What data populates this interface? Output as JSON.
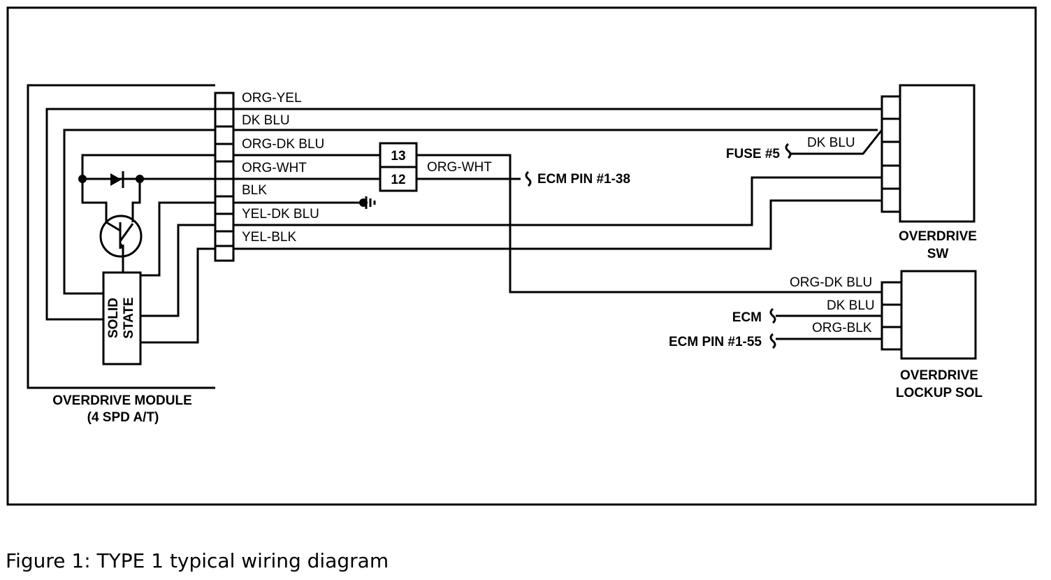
{
  "module": {
    "title": "OVERDRIVE MODULE",
    "subtitle": "(4 SPD A/T)",
    "solid_state_line1": "SOLID",
    "solid_state_line2": "STATE"
  },
  "wires": {
    "org_yel": "ORG-YEL",
    "dk_blu": "DK BLU",
    "org_dk_blu": "ORG-DK BLU",
    "org_wht": "ORG-WHT",
    "blk": "BLK",
    "yel_dk_blu": "YEL-DK BLU",
    "yel_blk": "YEL-BLK",
    "org_wht_2": "ORG-WHT",
    "sw_dk_blu": "DK BLU",
    "sol_org_dk_blu": "ORG-DK BLU",
    "sol_dk_blu": "DK BLU",
    "sol_org_blk": "ORG-BLK"
  },
  "connector": {
    "pin_13": "13",
    "pin_12": "12"
  },
  "references": {
    "ecm_pin_38": "ECM PIN #1-38",
    "fuse_5": "FUSE #5",
    "ecm": "ECM",
    "ecm_pin_55": "ECM PIN #1-55"
  },
  "overdrive_sw": {
    "line1": "OVERDRIVE",
    "line2": "SW"
  },
  "lockup_sol": {
    "line1": "OVERDRIVE",
    "line2": "LOCKUP SOL"
  },
  "caption": "Figure 1: TYPE 1 typical wiring diagram"
}
